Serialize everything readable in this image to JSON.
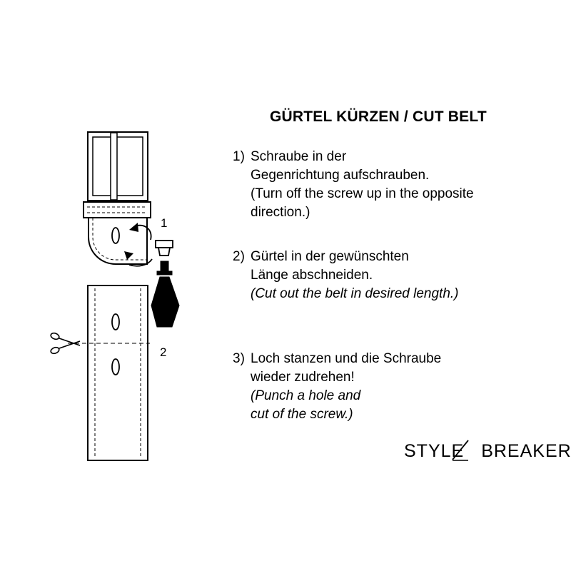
{
  "title": "GÜRTEL KÜRZEN / CUT BELT",
  "steps": [
    {
      "number": "1)",
      "lines": [
        "Schraube in der",
        "Gegenrichtung aufschrauben.",
        "(Turn off the screw up in the opposite",
        "direction.)"
      ],
      "english_italic": false
    },
    {
      "number": "2)",
      "lines": [
        "Gürtel in der gewünschten",
        "Länge abschneiden.",
        "(Cut out the belt in desired length.)"
      ],
      "english_italic": true
    },
    {
      "number": "3)",
      "lines": [
        "Loch stanzen und die Schraube",
        "wieder zudrehen!",
        "(Punch a hole and",
        "cut of the screw.)"
      ],
      "english_italic": true
    }
  ],
  "diagram_labels": {
    "step1": "1",
    "step2": "2"
  },
  "logo": {
    "left": "STYLE",
    "right": "BREAKER"
  },
  "icons": [
    "buckle-icon",
    "screw-icon",
    "screwdriver-icon",
    "scissors-icon",
    "arrow-icon"
  ]
}
